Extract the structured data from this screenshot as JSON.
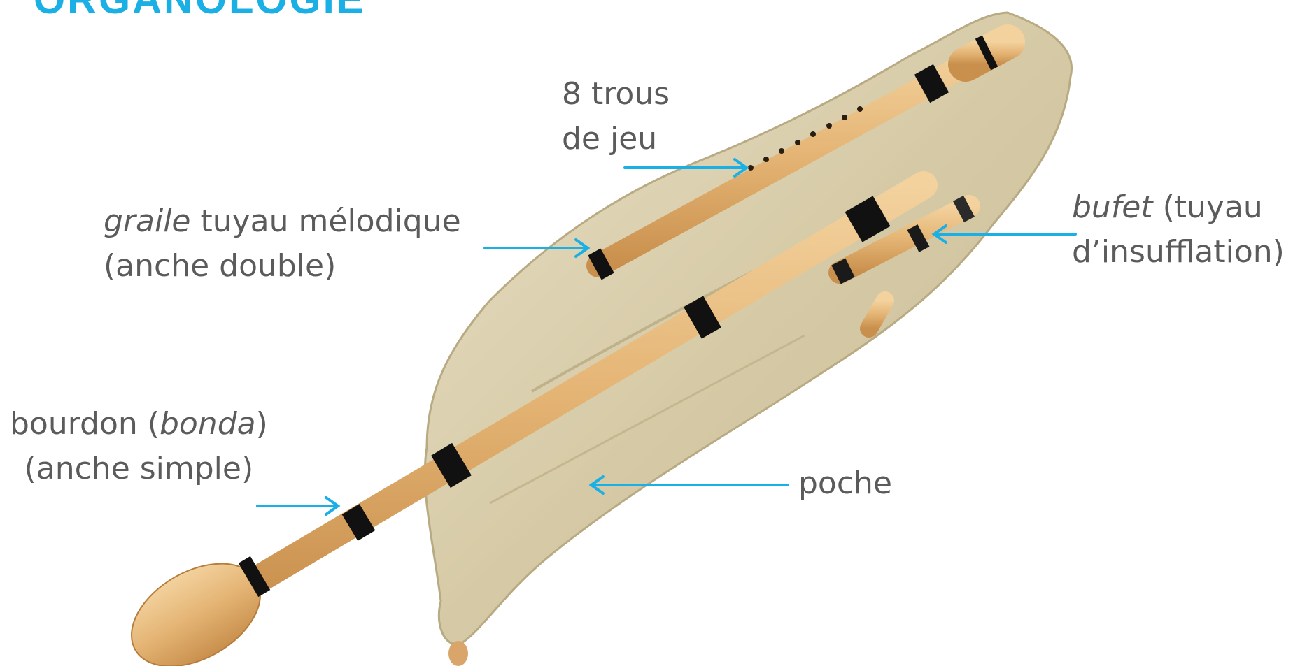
{
  "header": {
    "title": "ORGANOLOGIE"
  },
  "labels": {
    "trous": {
      "line1": "8 trous",
      "line2": "de jeu"
    },
    "graile": {
      "term": "graile",
      "line1_rest": " tuyau mélodique",
      "line2": "(anche double)"
    },
    "bufet": {
      "term": "bufet",
      "line1_rest": " (tuyau",
      "line2": "d’insufflation)"
    },
    "bourdon": {
      "line1_pre": "bourdon (",
      "term": "bonda",
      "line1_post": ")",
      "line2": "(anche simple)"
    },
    "poche": {
      "text": "poche"
    }
  },
  "colors": {
    "arrow": "#1ab0e6",
    "text": "#5b5b5b",
    "title": "#1ab0e6",
    "wood": "#e6b97e",
    "bag": "#d9cfb0"
  }
}
